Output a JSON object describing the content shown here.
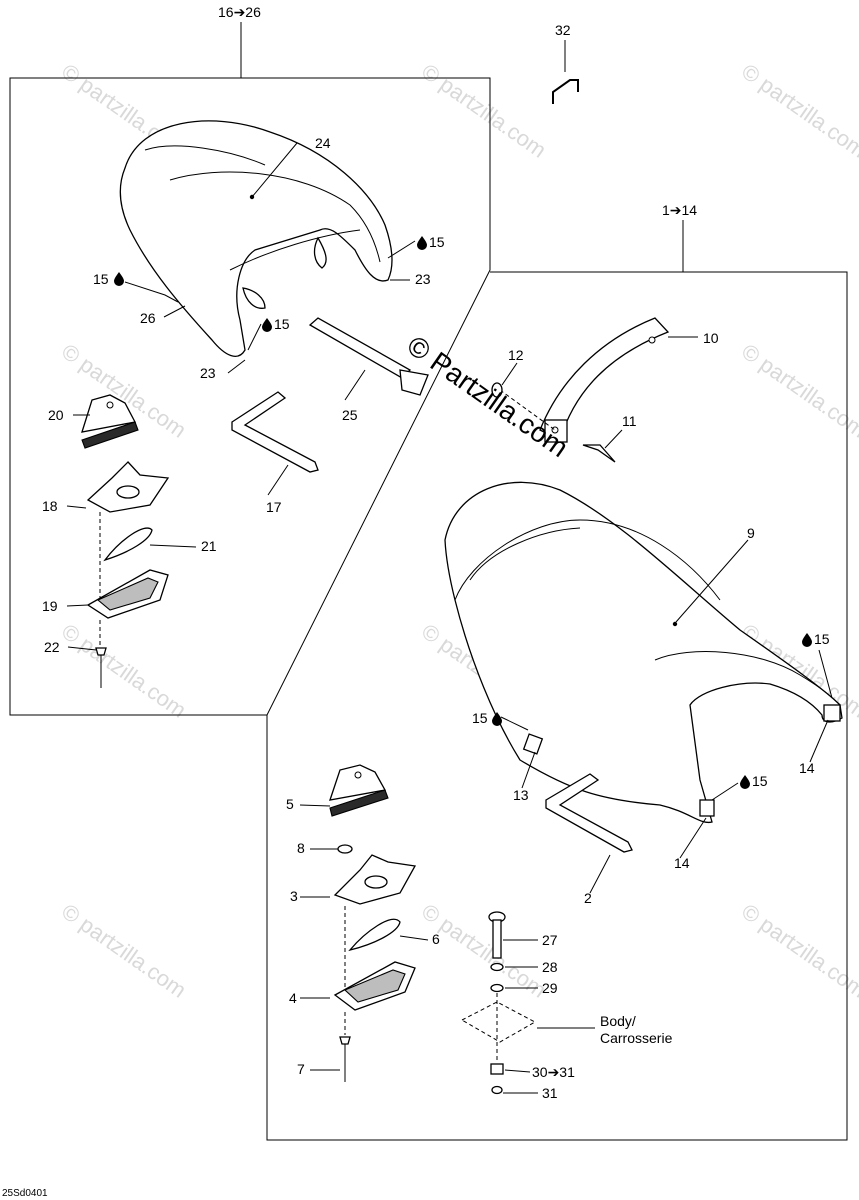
{
  "diagram": {
    "groups": {
      "upper_range": "16➔26",
      "lower_range": "1➔14"
    },
    "callouts": [
      {
        "id": "c32",
        "text": "32"
      },
      {
        "id": "c24",
        "text": "24"
      },
      {
        "id": "c15a",
        "text": "15"
      },
      {
        "id": "c23a",
        "text": "23"
      },
      {
        "id": "c15b",
        "text": "15"
      },
      {
        "id": "c26",
        "text": "26"
      },
      {
        "id": "c15c",
        "text": "15"
      },
      {
        "id": "c23b",
        "text": "23"
      },
      {
        "id": "c25",
        "text": "25"
      },
      {
        "id": "c20",
        "text": "20"
      },
      {
        "id": "c17",
        "text": "17"
      },
      {
        "id": "c18",
        "text": "18"
      },
      {
        "id": "c21",
        "text": "21"
      },
      {
        "id": "c19",
        "text": "19"
      },
      {
        "id": "c22",
        "text": "22"
      },
      {
        "id": "c10",
        "text": "10"
      },
      {
        "id": "c12",
        "text": "12"
      },
      {
        "id": "c11",
        "text": "11"
      },
      {
        "id": "c9",
        "text": "9"
      },
      {
        "id": "c15d",
        "text": "15"
      },
      {
        "id": "c15e",
        "text": "15"
      },
      {
        "id": "c14a",
        "text": "14"
      },
      {
        "id": "c13",
        "text": "13"
      },
      {
        "id": "c15f",
        "text": "15"
      },
      {
        "id": "c14b",
        "text": "14"
      },
      {
        "id": "c5",
        "text": "5"
      },
      {
        "id": "c8",
        "text": "8"
      },
      {
        "id": "c3",
        "text": "3"
      },
      {
        "id": "c2",
        "text": "2"
      },
      {
        "id": "c6",
        "text": "6"
      },
      {
        "id": "c27",
        "text": "27"
      },
      {
        "id": "c28",
        "text": "28"
      },
      {
        "id": "c29",
        "text": "29"
      },
      {
        "id": "c4",
        "text": "4"
      },
      {
        "id": "c7",
        "text": "7"
      },
      {
        "id": "c30",
        "text": "30➔31"
      },
      {
        "id": "c31",
        "text": "31"
      }
    ],
    "body_label_line1": "Body/",
    "body_label_line2": "Carrosserie",
    "watermark": "© Partzilla.com",
    "watermark_tile": "© partzilla.com",
    "reference_code": "25Sd0401"
  }
}
